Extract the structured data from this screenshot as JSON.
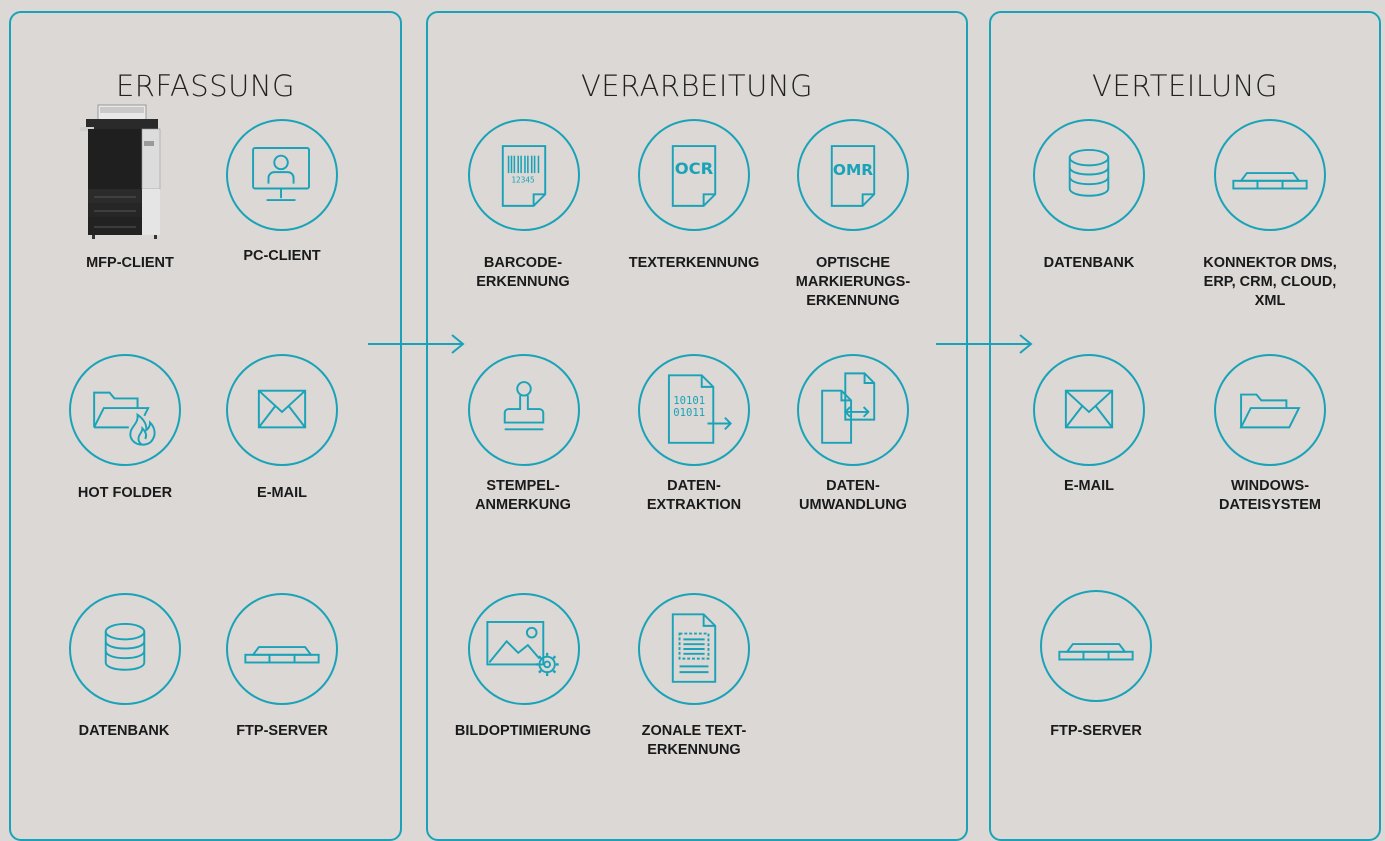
{
  "colors": {
    "accent": "#1aa3b8",
    "background": "#dbd8d5",
    "text": "#1a1a1a"
  },
  "capture": {
    "title": "ERFASSUNG",
    "items": [
      {
        "label": "MFP-CLIENT",
        "icon": "printer-image"
      },
      {
        "label": "PC-CLIENT",
        "icon": "monitor-user-icon"
      },
      {
        "label": "HOT FOLDER",
        "icon": "hot-folder-icon"
      },
      {
        "label": "E-MAIL",
        "icon": "envelope-icon"
      },
      {
        "label": "DATENBANK",
        "icon": "database-icon"
      },
      {
        "label": "FTP-SERVER",
        "icon": "server-icon"
      }
    ]
  },
  "processing": {
    "title": "VERARBEITUNG",
    "items": [
      {
        "label": "BARCODE-\nERKENNUNG",
        "icon": "barcode-document-icon",
        "icon_text": "12345"
      },
      {
        "label": "TEXTERKENNUNG",
        "icon": "ocr-document-icon",
        "icon_text": "OCR"
      },
      {
        "label": "OPTISCHE\nMARKIERUNGS-\nERKENNUNG",
        "icon": "omr-document-icon",
        "icon_text": "OMR"
      },
      {
        "label": "STEMPEL-\nANMERKUNG",
        "icon": "stamp-icon"
      },
      {
        "label": "DATEN-\nEXTRAKTION",
        "icon": "binary-document-icon",
        "icon_text_1": "10101",
        "icon_text_2": "01011"
      },
      {
        "label": "DATEN-\nUMWANDLUNG",
        "icon": "convert-documents-icon"
      },
      {
        "label": "BILDOPTIMIERUNG",
        "icon": "image-gear-icon"
      },
      {
        "label": "ZONALE TEXT-\nERKENNUNG",
        "icon": "zonal-text-icon"
      }
    ]
  },
  "distribution": {
    "title": "VERTEILUNG",
    "items": [
      {
        "label": "DATENBANK",
        "icon": "database-icon"
      },
      {
        "label": "KONNEKTOR DMS,\nERP, CRM, CLOUD,\nXML",
        "icon": "server-icon"
      },
      {
        "label": "E-MAIL",
        "icon": "envelope-icon"
      },
      {
        "label": "WINDOWS-\nDATEISYSTEM",
        "icon": "folder-icon"
      },
      {
        "label": "FTP-SERVER",
        "icon": "server-icon"
      }
    ]
  }
}
